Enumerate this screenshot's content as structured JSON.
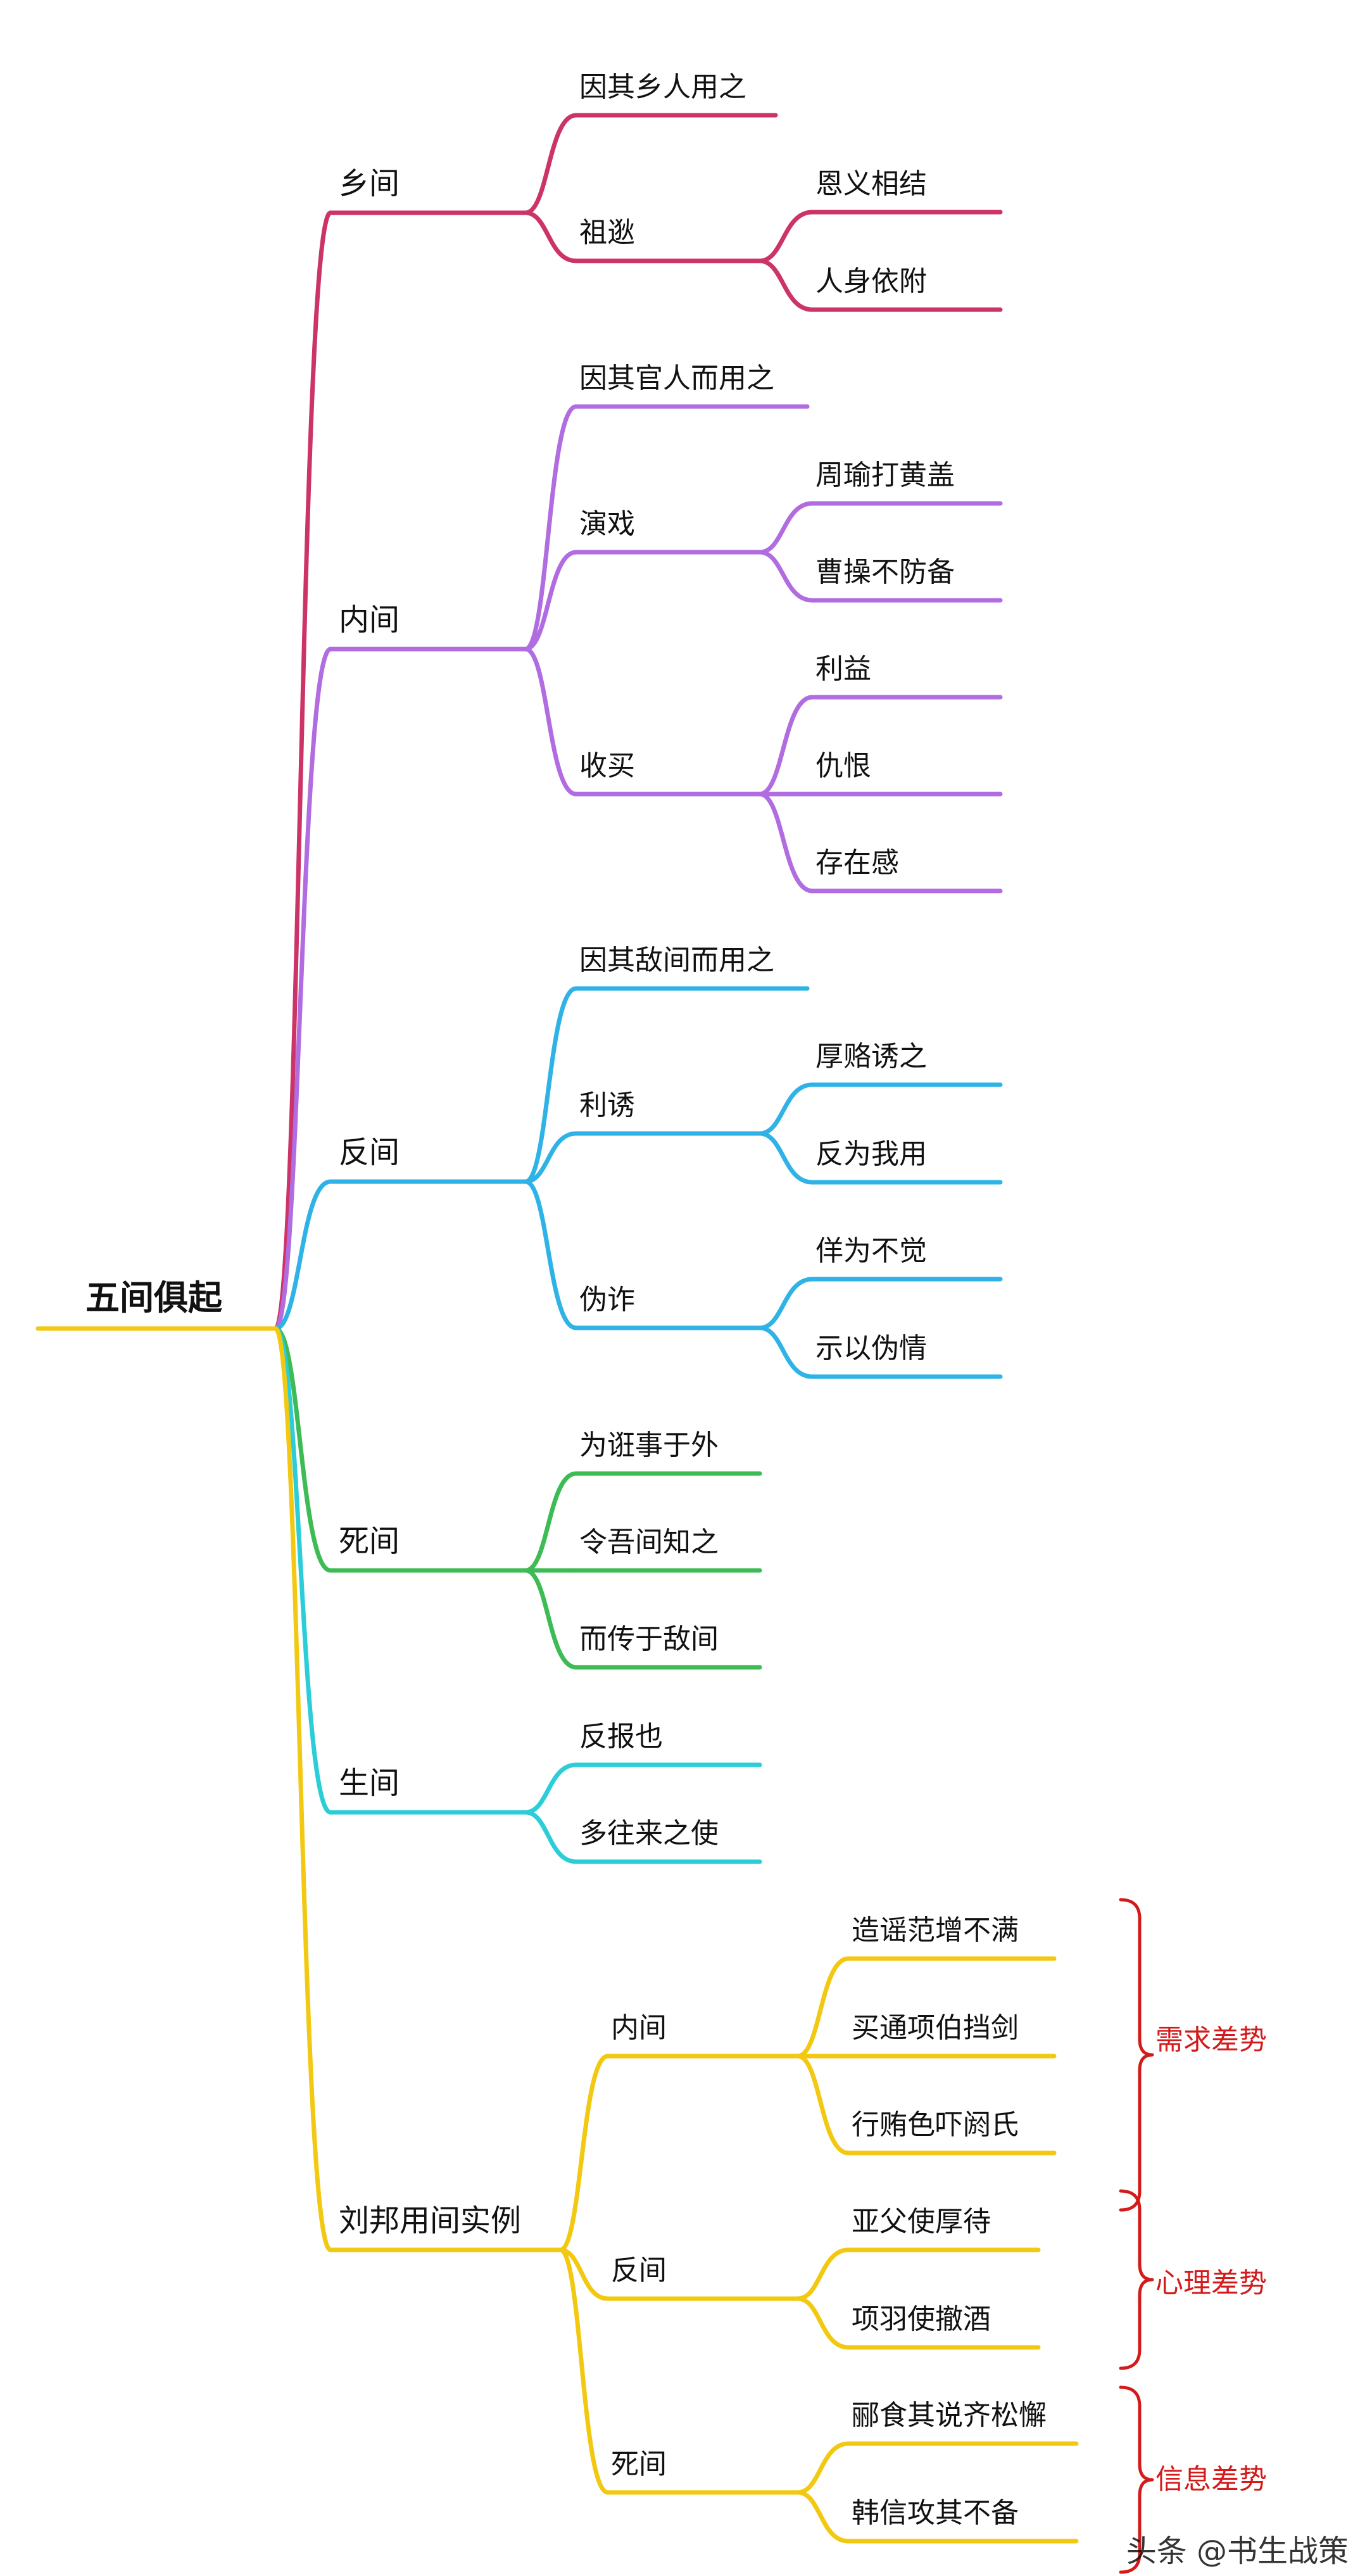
{
  "colors": {
    "root": "#F2C811",
    "xiangjian": "#CC3366",
    "neijian": "#B06CE0",
    "fanjian": "#2FB3E6",
    "sijian": "#3DBB55",
    "shengjian": "#2ACDD8",
    "liubang": "#F2C811",
    "note": "#D31B1B"
  },
  "root": {
    "label": "五间俱起"
  },
  "branches": [
    {
      "label": "乡间",
      "color_key": "xiangjian",
      "children": [
        {
          "label": "因其乡人用之",
          "children": []
        },
        {
          "label": "祖逖",
          "children": [
            {
              "label": "恩义相结"
            },
            {
              "label": "人身依附"
            }
          ]
        }
      ]
    },
    {
      "label": "内间",
      "color_key": "neijian",
      "children": [
        {
          "label": "因其官人而用之",
          "children": []
        },
        {
          "label": "演戏",
          "children": [
            {
              "label": "周瑜打黄盖"
            },
            {
              "label": "曹操不防备"
            }
          ]
        },
        {
          "label": "收买",
          "children": [
            {
              "label": "利益"
            },
            {
              "label": "仇恨"
            },
            {
              "label": "存在感"
            }
          ]
        }
      ]
    },
    {
      "label": "反间",
      "color_key": "fanjian",
      "children": [
        {
          "label": "因其敌间而用之",
          "children": []
        },
        {
          "label": "利诱",
          "children": [
            {
              "label": "厚赂诱之"
            },
            {
              "label": "反为我用"
            }
          ]
        },
        {
          "label": "伪诈",
          "children": [
            {
              "label": "佯为不觉"
            },
            {
              "label": "示以伪情"
            }
          ]
        }
      ]
    },
    {
      "label": "死间",
      "color_key": "sijian",
      "children": [
        {
          "label": "为诳事于外",
          "children": []
        },
        {
          "label": "令吾间知之",
          "children": []
        },
        {
          "label": "而传于敌间",
          "children": []
        }
      ]
    },
    {
      "label": "生间",
      "color_key": "shengjian",
      "children": [
        {
          "label": "反报也",
          "children": []
        },
        {
          "label": "多往来之使",
          "children": []
        }
      ]
    },
    {
      "label": "刘邦用间实例",
      "color_key": "liubang",
      "children": [
        {
          "label": "内间",
          "children": [
            {
              "label": "造谣范增不满"
            },
            {
              "label": "买通项伯挡剑"
            },
            {
              "label": "行贿色吓阏氏"
            }
          ]
        },
        {
          "label": "反间",
          "children": [
            {
              "label": "亚父使厚待"
            },
            {
              "label": "项羽使撤酒"
            }
          ]
        },
        {
          "label": "死间",
          "children": [
            {
              "label": "郦食其说齐松懈"
            },
            {
              "label": "韩信攻其不备"
            }
          ]
        }
      ]
    }
  ],
  "annotations": [
    {
      "label": "需求差势"
    },
    {
      "label": "心理差势"
    },
    {
      "label": "信息差势"
    }
  ],
  "watermark": "头条 @书生战策"
}
